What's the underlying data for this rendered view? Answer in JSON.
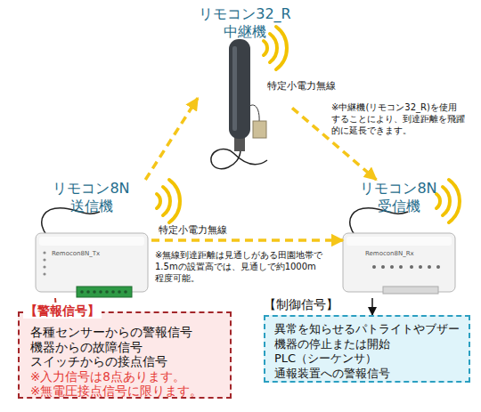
{
  "diagram": {
    "nodes": [
      {
        "text": [
          "リモコン32_R 中継機"
        ]
      },
      {
        "text": [
          "リモコン8N 送信機"
        ]
      },
      {
        "text": [
          "リモコン8N 受信機"
        ]
      },
      {
        "text": [
          "【警報信号】",
          "各種センサーからの警報信号",
          "機器からの故障信号",
          "スイッチからの接点信号",
          "※入力信号は8点あります。",
          "※無電圧接点信号に限ります。"
        ]
      },
      {
        "text": [
          "【制御信号】",
          "異常を知らせるパトライトやブザー",
          "機器の停止または開始",
          "PLC（シーケンサ）",
          "通報装置への警報信号"
        ]
      }
    ],
    "edges": [
      {
        "from": 1,
        "to": 0,
        "arrow": "to"
      },
      {
        "from": 0,
        "to": 2,
        "arrow": "to"
      },
      {
        "from": 1,
        "to": 2,
        "arrow": "to"
      },
      {
        "from": 1,
        "to": 3,
        "arrow": "none"
      },
      {
        "from": 2,
        "to": 4,
        "arrow": "to"
      }
    ],
    "labels": [
      "特定小電力無線",
      "※中継機(リモコン32_R)を使用することにより、到達距離を飛躍的に延長できます。",
      "特定小電力無線",
      "※無線到達距離は見通しがある田園地帯で1.5mの設置高では、見通しで約1000m程度可能。",
      "Remocon8N_Tx",
      "Remocon8N_Rx"
    ]
  }
}
